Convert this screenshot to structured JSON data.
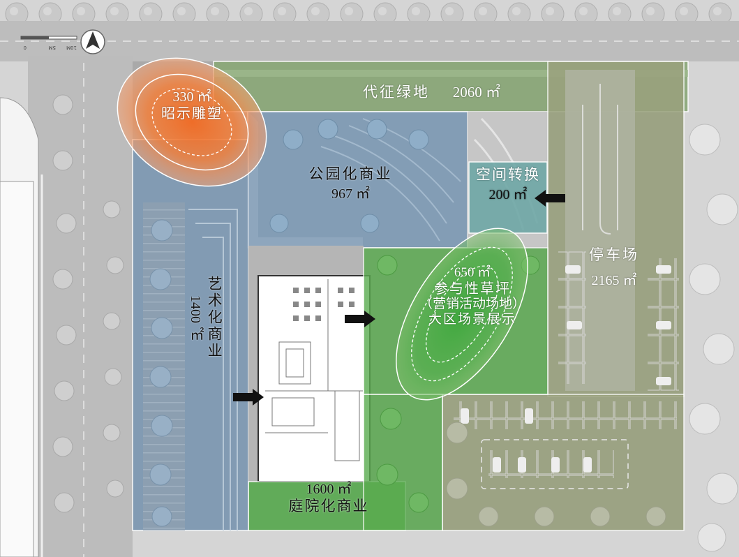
{
  "compass": {
    "icon": "north-arrow-icon"
  },
  "scale_bar": {
    "labels": [
      "10M",
      "5M",
      "0"
    ]
  },
  "zones": [
    {
      "id": "sculpture",
      "area": "330 ㎡",
      "name": "昭示雕塑",
      "color": "#f07838"
    },
    {
      "id": "green-strip",
      "name": "代征绿地",
      "area": "2060 ㎡",
      "color": "#7fa86a"
    },
    {
      "id": "park-commercial",
      "name": "公园化商业",
      "area": "967 ㎡",
      "color": "#6f94b4"
    },
    {
      "id": "space-transition",
      "name": "空间转换",
      "area": "200 ㎡",
      "color": "#6ea9a6"
    },
    {
      "id": "art-commercial",
      "name": "艺术化商业",
      "area": "1400 ㎡",
      "color": "#6f94b4"
    },
    {
      "id": "lawn",
      "area": "650 ㎡",
      "lines": [
        "参与性草坪",
        "（营销活动场地）",
        "大区场景展示"
      ],
      "color": "#4fa84a"
    },
    {
      "id": "parking",
      "name": "停车场",
      "area": "2165 ㎡",
      "color": "#9aa07a"
    },
    {
      "id": "courtyard-commercial",
      "area": "1600 ㎡",
      "name": "庭院化商业",
      "color": "#4fa84a"
    }
  ]
}
